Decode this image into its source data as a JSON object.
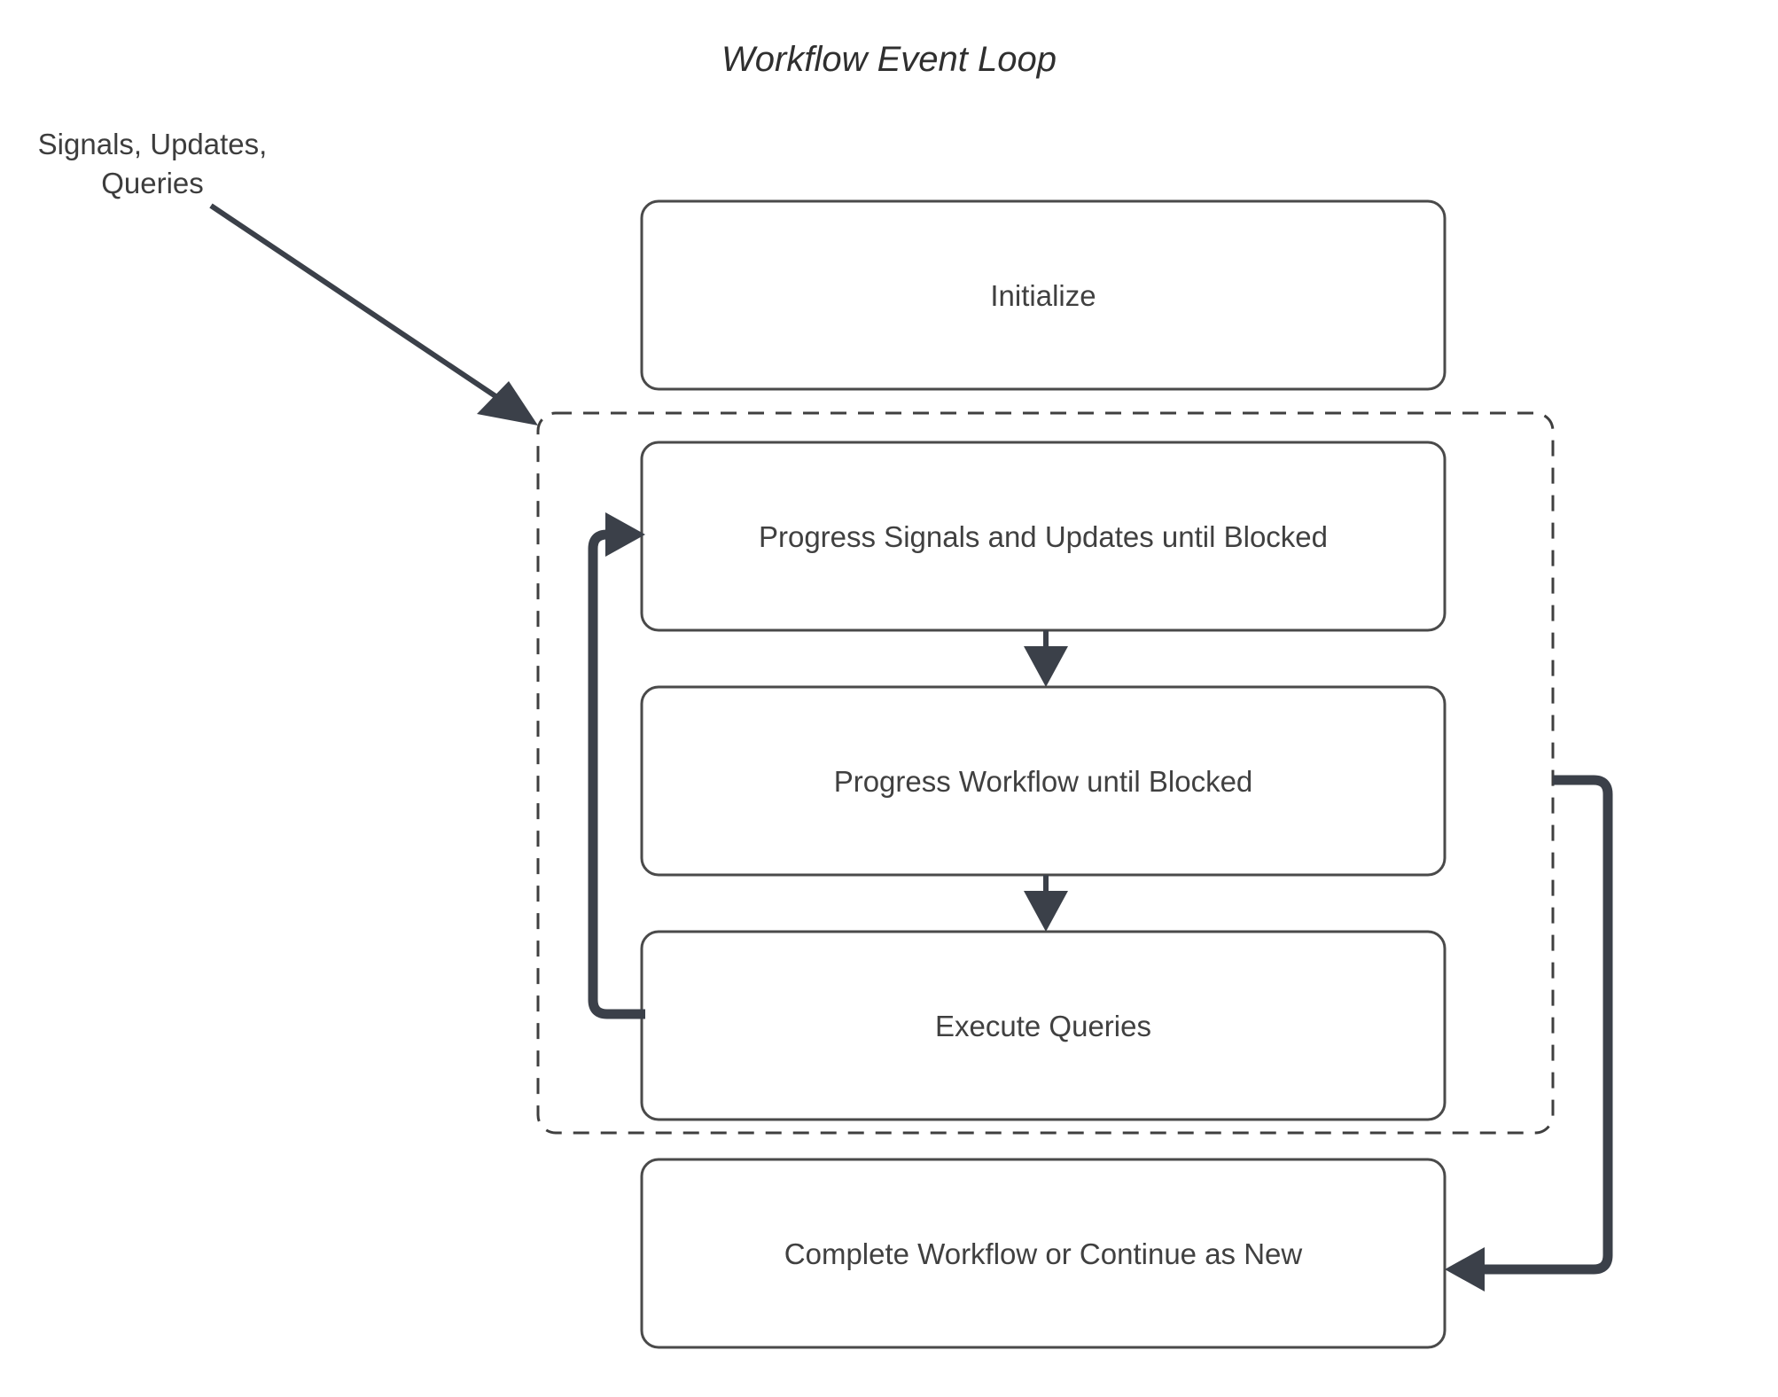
{
  "diagram": {
    "title": "Workflow Event Loop",
    "type": "flowchart",
    "background_color": "#ffffff",
    "line_color": "#3b4049",
    "node_border_color": "#4a4a4a",
    "text_color": "#404040",
    "nodes": [
      {
        "id": "initialize",
        "label": "Initialize",
        "shape": "rounded-rectangle"
      },
      {
        "id": "progress-signals",
        "label": "Progress Signals and Updates until Blocked",
        "shape": "rounded-rectangle"
      },
      {
        "id": "progress-workflow",
        "label": "Progress Workflow until Blocked",
        "shape": "rounded-rectangle"
      },
      {
        "id": "execute-queries",
        "label": "Execute Queries",
        "shape": "rounded-rectangle"
      },
      {
        "id": "complete-workflow",
        "label": "Complete Workflow or Continue as New",
        "shape": "rounded-rectangle"
      }
    ],
    "group": {
      "id": "event-loop-group",
      "label": "",
      "style": "dashed"
    },
    "edge_labels": {
      "external_input_line1": "Signals, Updates,",
      "external_input_line2": "Queries"
    },
    "edges": [
      {
        "from": "external-input",
        "to": "event-loop-group",
        "style": "thin-diagonal-arrow"
      },
      {
        "from": "progress-signals",
        "to": "progress-workflow",
        "style": "down-arrow"
      },
      {
        "from": "progress-workflow",
        "to": "execute-queries",
        "style": "down-arrow"
      },
      {
        "from": "execute-queries",
        "to": "progress-signals",
        "style": "thick-loop-back-left"
      },
      {
        "from": "event-loop-group",
        "to": "complete-workflow",
        "style": "thick-loop-right"
      }
    ]
  }
}
